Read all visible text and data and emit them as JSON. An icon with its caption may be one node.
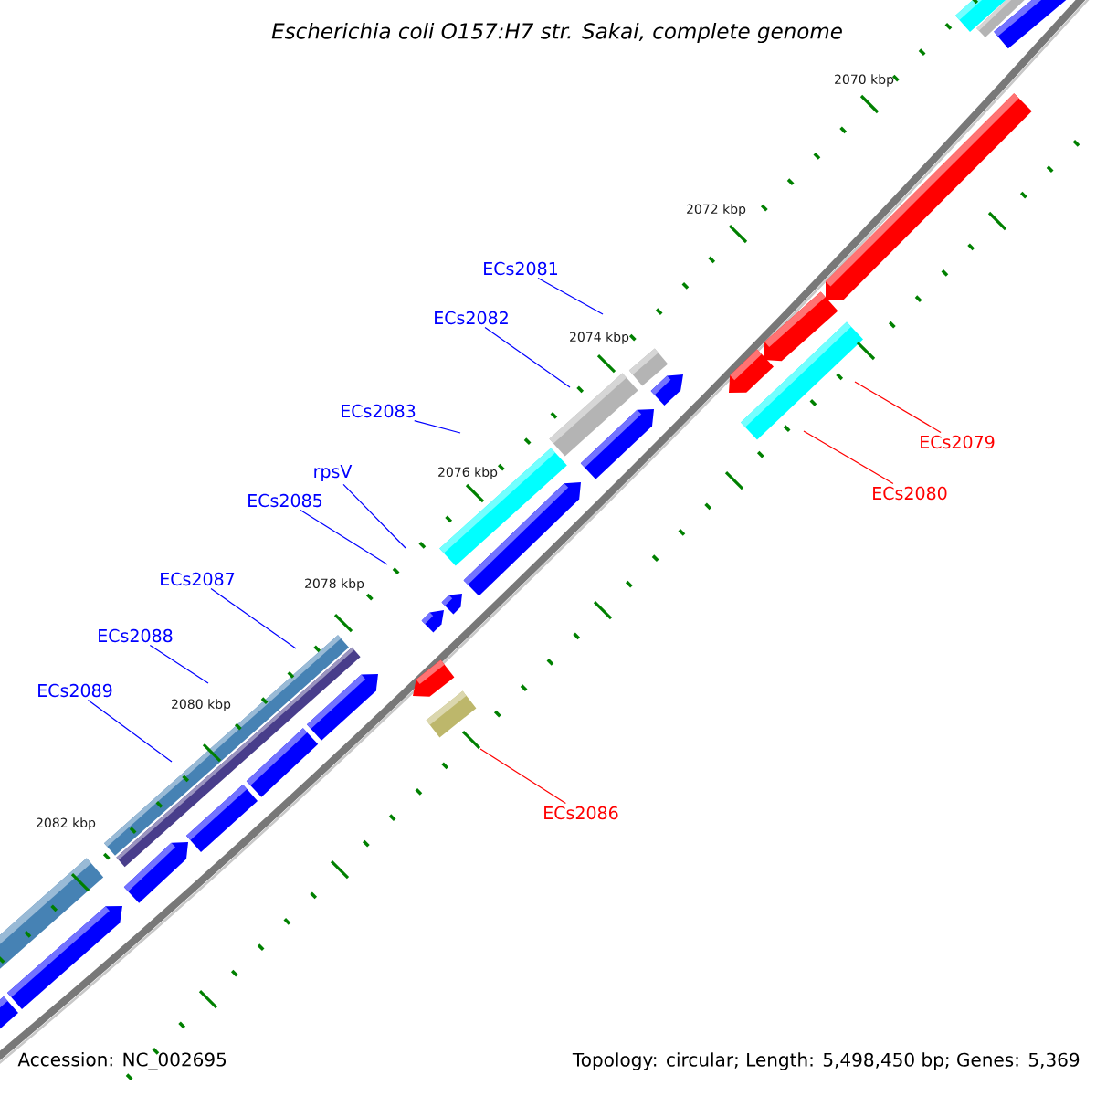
{
  "diagram": {
    "title": "*Escherichia coli O157:H7 str. Sakai, complete genome*",
    "nodes": [
      {
        "text": [
          "ECs2081"
        ]
      },
      {
        "text": [
          "ECs2082"
        ]
      },
      {
        "text": [
          "ECs2083"
        ]
      },
      {
        "text": [
          "ECs2079"
        ]
      },
      {
        "text": [
          "rpsV"
        ]
      },
      {
        "text": [
          "ECs2080"
        ]
      },
      {
        "text": [
          "ECs2085"
        ]
      },
      {
        "text": [
          "ECs2087"
        ]
      },
      {
        "text": [
          "ECs2088"
        ]
      },
      {
        "text": [
          "ECs2089"
        ]
      },
      {
        "text": [
          "ECs2086"
        ]
      }
    ],
    "edges": [
      {
        "from": 0,
        "to": null,
        "arrow": "none"
      },
      {
        "from": 1,
        "to": null,
        "arrow": "none"
      },
      {
        "from": 2,
        "to": null,
        "arrow": "none"
      },
      {
        "from": 3,
        "to": null,
        "arrow": "none",
        "color": "#ff0000"
      },
      {
        "from": 4,
        "to": null,
        "arrow": "none"
      },
      {
        "from": 5,
        "to": null,
        "arrow": "none",
        "color": "#ff0000"
      },
      {
        "from": 6,
        "to": null,
        "arrow": "none"
      },
      {
        "from": 7,
        "to": null,
        "arrow": "none"
      },
      {
        "from": 8,
        "to": null,
        "arrow": "none"
      },
      {
        "from": 9,
        "to": null,
        "arrow": "none"
      },
      {
        "from": 10,
        "to": null,
        "arrow": "none",
        "color": "#ff0000"
      }
    ],
    "labels": [
      "2070 kbp",
      "2072 kbp",
      "2074 kbp",
      "2076 kbp",
      "2078 kbp",
      "2080 kbp",
      "2082 kbp",
      "Accession: NC_002695",
      "Topology: circular; Length: 5,498,450 bp; Genes: 5,369"
    ]
  }
}
